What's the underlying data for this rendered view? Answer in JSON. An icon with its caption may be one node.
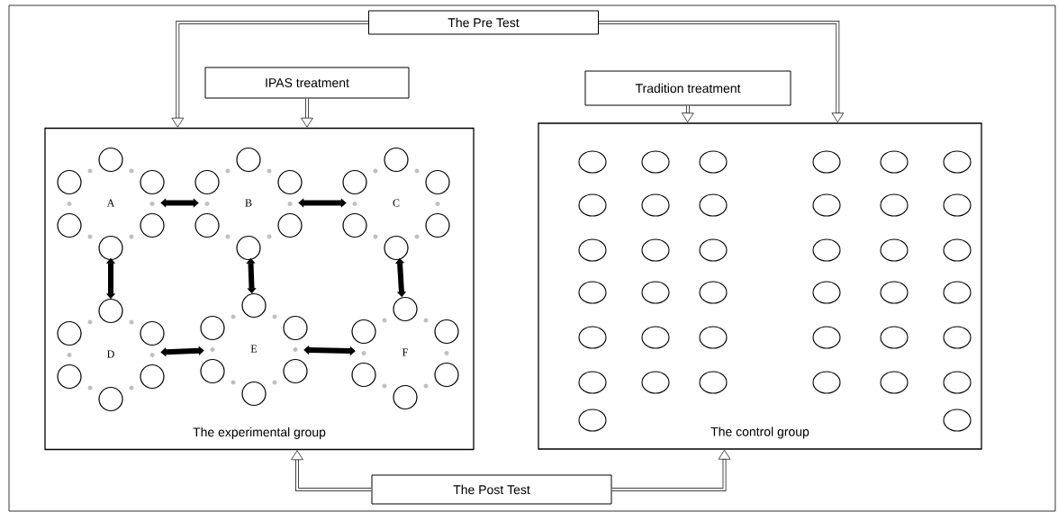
{
  "diagram": {
    "nodes": [
      {
        "text": [
          "The Pre Test"
        ]
      },
      {
        "text": [
          "IPAS treatment"
        ]
      },
      {
        "text": [
          "Tradition treatment"
        ]
      },
      {
        "text": [
          "The experimental group"
        ]
      },
      {
        "text": [
          "The control group"
        ]
      },
      {
        "text": [
          "The Post Test"
        ]
      },
      {
        "text": [
          "A"
        ],
        "in": 3
      },
      {
        "text": [
          "B"
        ],
        "in": 3
      },
      {
        "text": [
          "C"
        ],
        "in": 3
      },
      {
        "text": [
          "D"
        ],
        "in": 3
      },
      {
        "text": [
          "E"
        ],
        "in": 3
      },
      {
        "text": [
          "F"
        ],
        "in": 3
      }
    ],
    "edges": [
      {
        "from": 0,
        "to": 3,
        "arrow": "to"
      },
      {
        "from": 0,
        "to": 4,
        "arrow": "to"
      },
      {
        "from": 1,
        "to": 3,
        "arrow": "to"
      },
      {
        "from": 2,
        "to": 4,
        "arrow": "to"
      },
      {
        "from": 5,
        "to": 3,
        "arrow": "to"
      },
      {
        "from": 5,
        "to": 4,
        "arrow": "to"
      },
      {
        "from": 6,
        "to": 7,
        "arrow": "both"
      },
      {
        "from": 7,
        "to": 8,
        "arrow": "both"
      },
      {
        "from": 6,
        "to": 9,
        "arrow": "both"
      },
      {
        "from": 7,
        "to": 10,
        "arrow": "both"
      },
      {
        "from": 8,
        "to": 11,
        "arrow": "both"
      },
      {
        "from": 9,
        "to": 10,
        "arrow": "both"
      },
      {
        "from": 10,
        "to": 11,
        "arrow": "both"
      }
    ]
  }
}
